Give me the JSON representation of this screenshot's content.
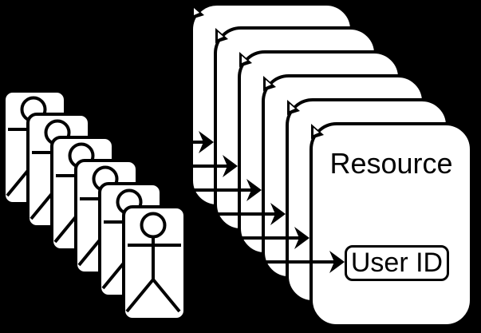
{
  "canvas": {
    "background_color": "#000000",
    "stroke_color": "#000000",
    "card_fill_color": "#ffffff"
  },
  "user_stack": {
    "count": 6,
    "icon": "stick-figure-user-icon",
    "description": "stack of overlapping user cards"
  },
  "resource_stack": {
    "count": 6,
    "corner_marker": "folded-corner-notch",
    "front_card": {
      "title": "Resource",
      "field_label": "User ID"
    }
  },
  "arrows": {
    "count": 6,
    "direction": "left-to-right",
    "head_style": "barbed",
    "color": "#000000"
  }
}
